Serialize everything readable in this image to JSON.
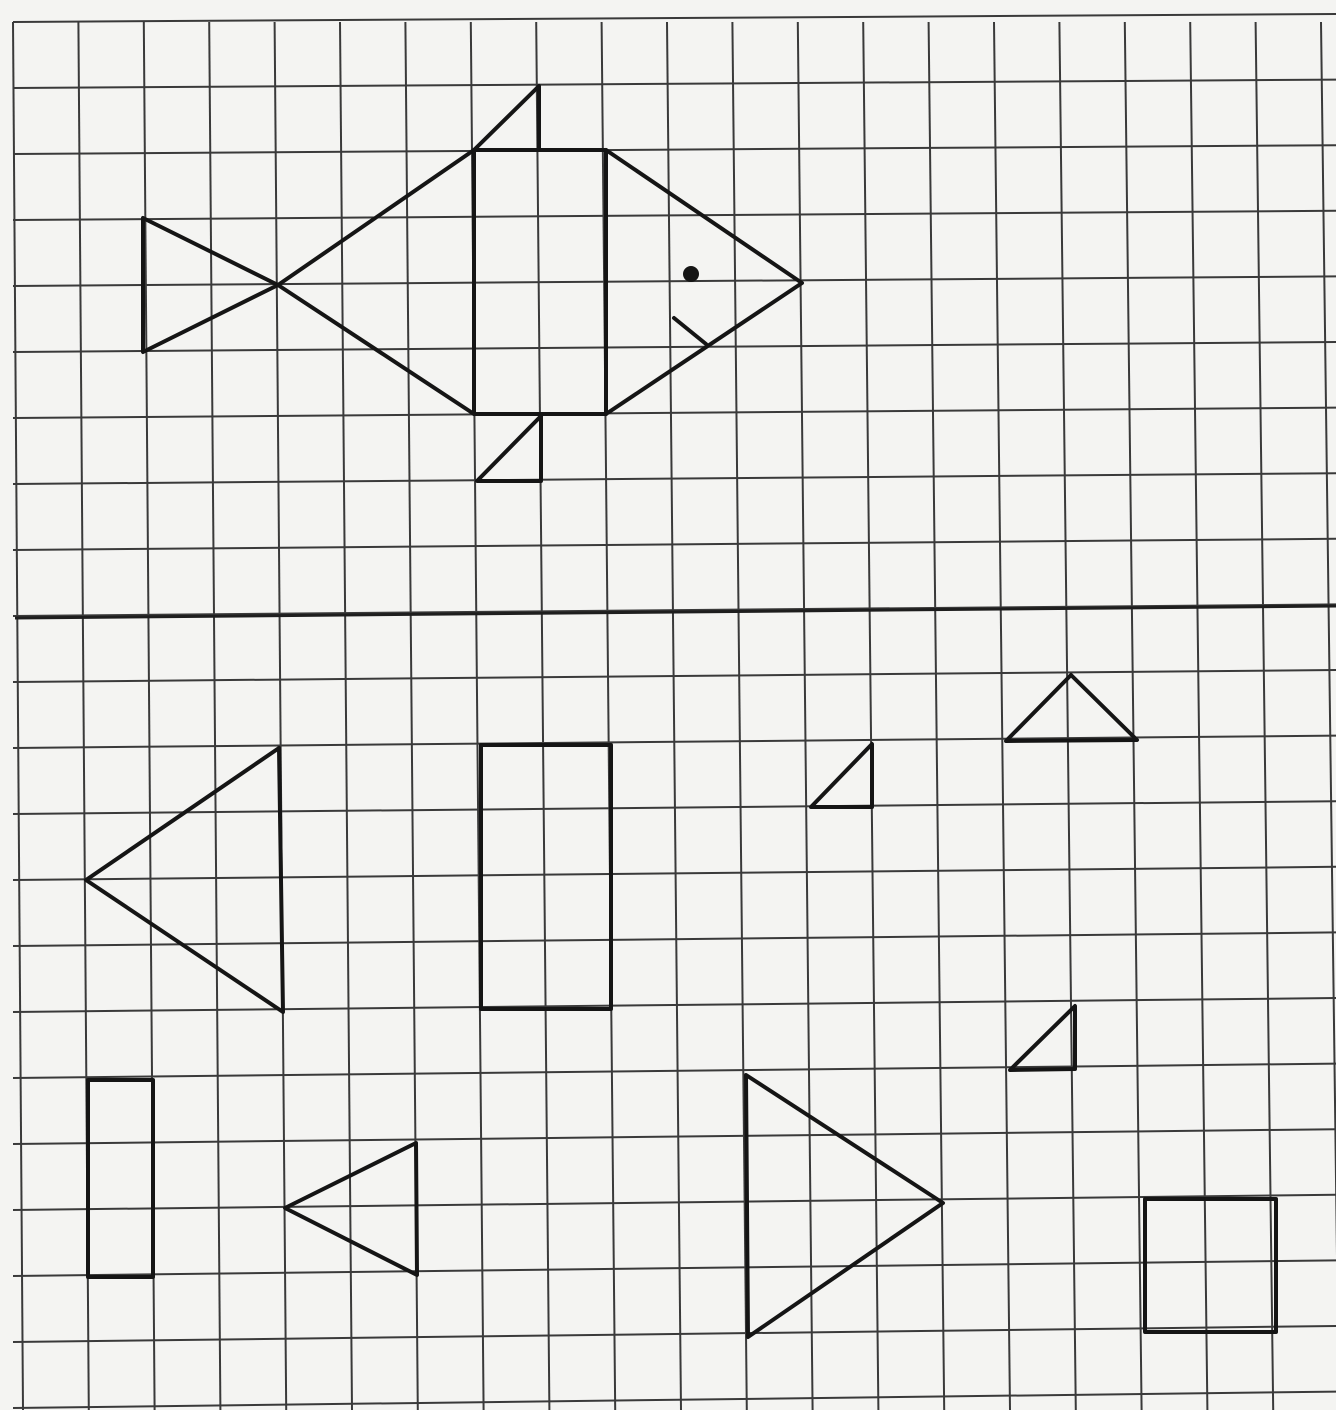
{
  "title": "",
  "grid": {
    "columns": 20,
    "rows": 21,
    "line_color": "#3a3a3a",
    "shape_color": "#151515",
    "paper_color": "#f4f4f2"
  },
  "divider_row": 9,
  "model_figure": {
    "name": "fish",
    "parts": [
      {
        "id": "fish-tail-triangle",
        "shape": "triangle"
      },
      {
        "id": "fish-front-body-triangle",
        "shape": "triangle"
      },
      {
        "id": "fish-body-rectangle",
        "shape": "rectangle"
      },
      {
        "id": "fish-head-triangle",
        "shape": "triangle"
      },
      {
        "id": "fish-top-fin",
        "shape": "triangle"
      },
      {
        "id": "fish-bottom-fin",
        "shape": "triangle"
      },
      {
        "id": "fish-eye",
        "shape": "dot"
      },
      {
        "id": "fish-mouth",
        "shape": "line"
      }
    ]
  },
  "loose_pieces": [
    {
      "id": "piece-large-triangle-left",
      "shape": "triangle"
    },
    {
      "id": "piece-tall-rectangle",
      "shape": "rectangle"
    },
    {
      "id": "piece-small-right-triangle-top",
      "shape": "triangle"
    },
    {
      "id": "piece-small-triangle-peak",
      "shape": "triangle"
    },
    {
      "id": "piece-small-right-triangle-middle",
      "shape": "triangle"
    },
    {
      "id": "piece-narrow-rectangle",
      "shape": "rectangle"
    },
    {
      "id": "piece-medium-triangle-left",
      "shape": "triangle"
    },
    {
      "id": "piece-large-triangle-right",
      "shape": "triangle"
    },
    {
      "id": "piece-square",
      "shape": "square"
    }
  ]
}
